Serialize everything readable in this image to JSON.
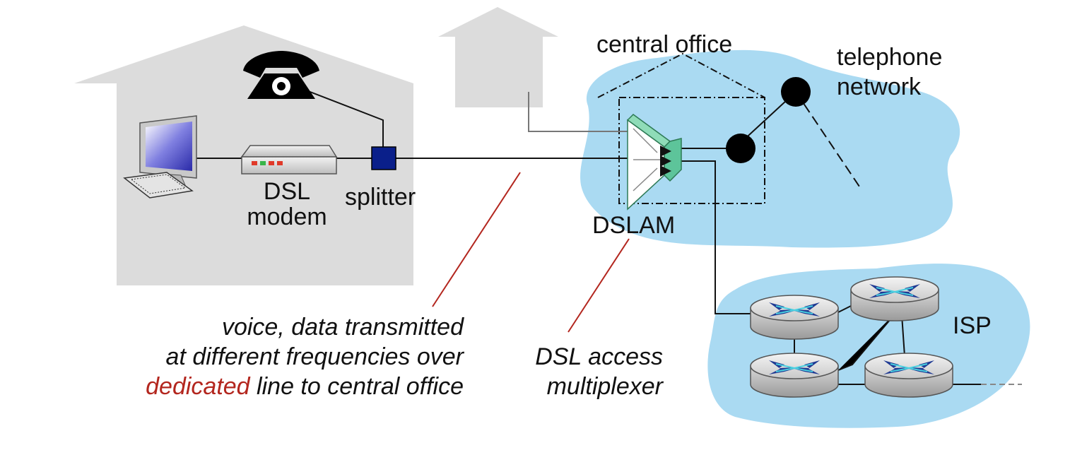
{
  "labels": {
    "central_office": "central office",
    "telephone_network_line1": "telephone",
    "telephone_network_line2": "network",
    "dsl_modem_line1": "DSL",
    "dsl_modem_line2": "modem",
    "splitter": "splitter",
    "dslam": "DSLAM",
    "isp": "ISP"
  },
  "annotations": {
    "line_note_1": "voice, data transmitted",
    "line_note_2": "at different frequencies over",
    "line_note_3_emph": "dedicated",
    "line_note_3_rest": " line to central office",
    "dslam_note_1": "DSL access",
    "dslam_note_2": "multiplexer"
  },
  "colors": {
    "house": "#dcdcdc",
    "cloud": "#aadaf2",
    "emphasis": "#b3261e",
    "dslam": "#5dc49a",
    "router_symbol": "#1f3a93",
    "splitter": "#0a1f8a"
  }
}
